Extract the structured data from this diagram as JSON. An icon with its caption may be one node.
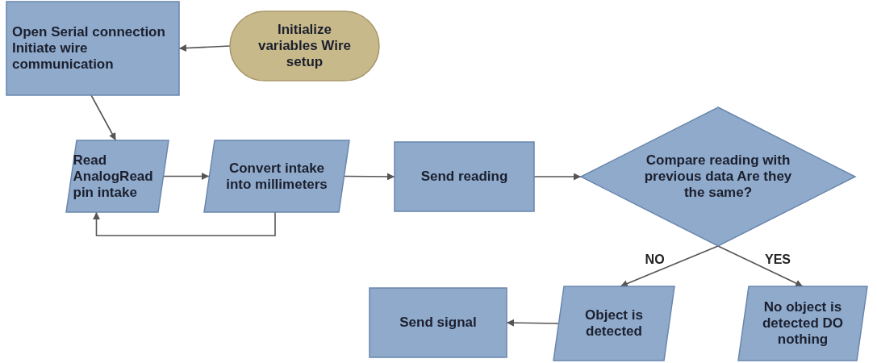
{
  "diagram": {
    "nodes": [
      {
        "text": [
          "Open Serial connection Initiate wire communication"
        ]
      },
      {
        "text": [
          "Initialize variables Wire setup"
        ]
      },
      {
        "text": [
          "Read AnalogRead pin intake"
        ]
      },
      {
        "text": [
          "Convert intake into millimeters"
        ]
      },
      {
        "text": [
          "Send reading"
        ]
      },
      {
        "text": [
          "Compare reading with previous data Are they the same?"
        ]
      },
      {
        "text": [
          "Object is detected"
        ]
      },
      {
        "text": [
          "No object is detected DO nothing"
        ]
      },
      {
        "text": [
          "Send signal"
        ]
      }
    ],
    "edges": [
      {
        "from": 1,
        "to": 0,
        "arrow": "to"
      },
      {
        "from": 0,
        "to": 2,
        "arrow": "to"
      },
      {
        "from": 2,
        "to": 3,
        "arrow": "to"
      },
      {
        "from": 3,
        "to": 2,
        "arrow": "to"
      },
      {
        "from": 3,
        "to": 4,
        "arrow": "to"
      },
      {
        "from": 4,
        "to": 5,
        "arrow": "to"
      },
      {
        "from": 5,
        "to": 6,
        "arrow": "to",
        "label": "NO"
      },
      {
        "from": 5,
        "to": 7,
        "arrow": "to",
        "label": "YES"
      },
      {
        "from": 6,
        "to": 8,
        "arrow": "to"
      }
    ]
  }
}
